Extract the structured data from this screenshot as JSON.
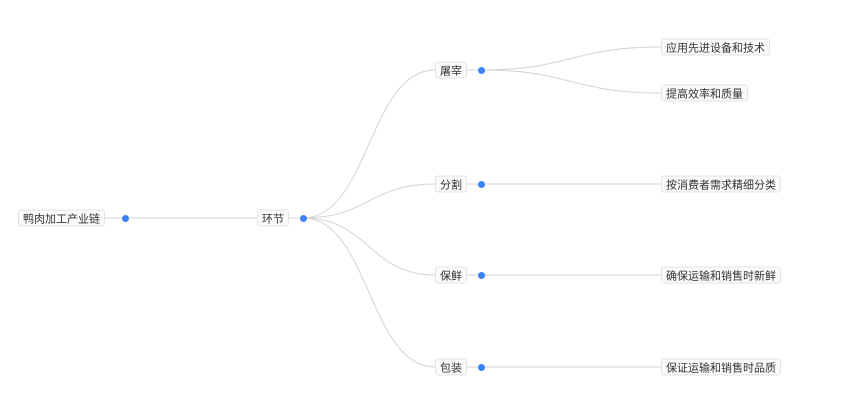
{
  "colors": {
    "dot": "#3b82f6",
    "edge": "#d4d4d8",
    "label_text": "#333333",
    "label_bg": "#fafafa",
    "label_border": "#e3e3e3"
  },
  "mindmap": {
    "root": {
      "label": "鸭肉加工产业链",
      "children": [
        {
          "label": "环节",
          "children": [
            {
              "label": "屠宰",
              "children": [
                {
                  "label": "应用先进设备和技术"
                },
                {
                  "label": "提高效率和质量"
                }
              ]
            },
            {
              "label": "分割",
              "children": [
                {
                  "label": "按消费者需求精细分类"
                }
              ]
            },
            {
              "label": "保鲜",
              "children": [
                {
                  "label": "确保运输和销售时新鲜"
                }
              ]
            },
            {
              "label": "包装",
              "children": [
                {
                  "label": "保证运输和销售时品质"
                }
              ]
            }
          ]
        }
      ]
    }
  }
}
